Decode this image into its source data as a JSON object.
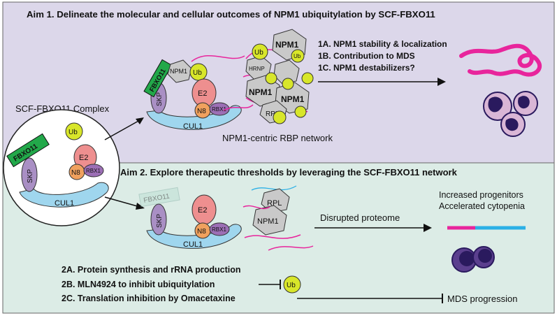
{
  "aim1": {
    "title": "Aim 1. Delineate the molecular and cellular outcomes of NPM1 ubiquitylation by SCF-FBXO11",
    "outcomes": [
      "1A. NPM1 stability & localization",
      "1B. Contribution to MDS",
      "1C. NPM1 destabilizers?"
    ],
    "network_caption": "NPM1-centric RBP network"
  },
  "complex_label": "SCF-FBXO11 Complex",
  "aim2": {
    "title": "Aim 2. Explore therapeutic thresholds by leveraging the SCF-FBXO11 network",
    "outcomes": [
      "Increased progenitors",
      "Accelerated cytopenia"
    ],
    "arrow_label": "Disrupted proteome",
    "items": [
      "2A. Protein synthesis and rRNA production",
      "2B. MLN4924 to inhibit ubiquitylation",
      "2C. Translation inhibition by Omacetaxine"
    ],
    "endpoint": "MDS progression"
  },
  "proteins": {
    "fbxo11": "FBXO11",
    "skp": "SKP",
    "cul1": "CUL1",
    "e2": "E2",
    "n8": "N8",
    "rbx1": "RBX1",
    "ub": "Ub",
    "npm1": "NPM1",
    "rpl": "RPL",
    "hrnp": "HRNP"
  },
  "colors": {
    "aim1_bg": "#dcd7ea",
    "aim2_bg": "#dcece6",
    "cul1": "#9fd6ee",
    "e2": "#ee8f8f",
    "n8": "#f0a15e",
    "rbx1": "#9c6fb5",
    "ub": "#d8e62a",
    "fbxo11": "#22a84a",
    "skp": "#a98fc4",
    "rna": "#e8259c",
    "cell": "#2a1a5e",
    "bar_blue": "#2bb0e6"
  }
}
